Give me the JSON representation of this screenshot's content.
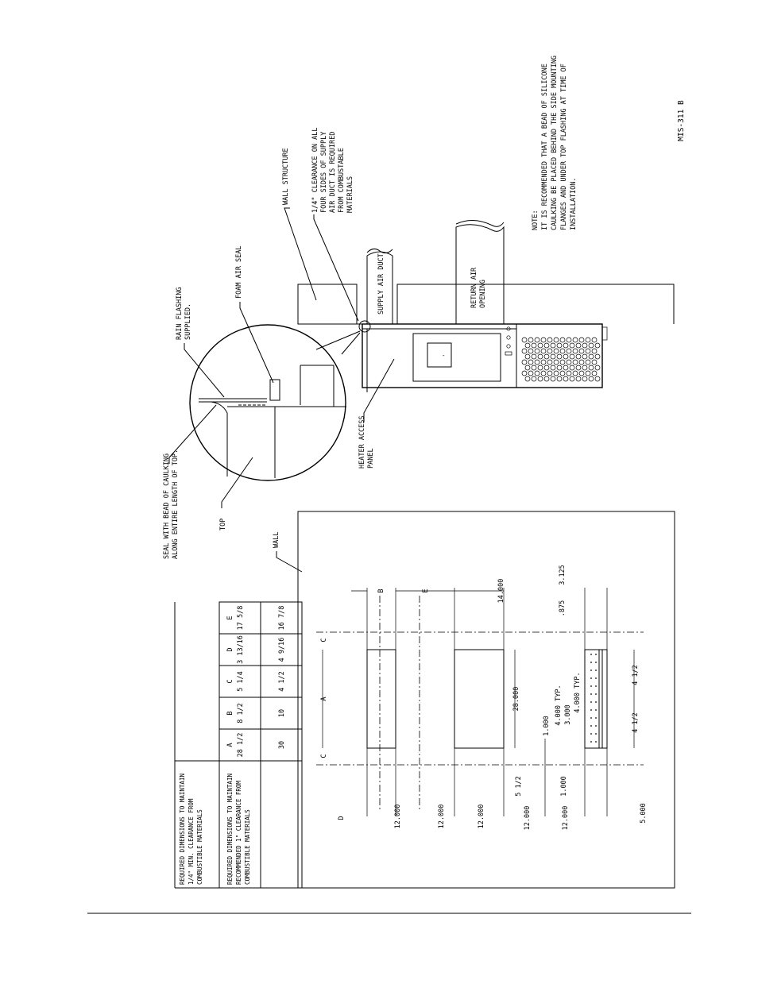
{
  "drawing": {
    "id": "MIS-311 B",
    "note_title": "NOTE:",
    "note_lines": [
      "IT IS RECOMMENDED THAT A BEAD OF SILICONE",
      "CAULKING BE PLACED BEHIND THE SIDE MOUNTING",
      "FLANGES AND UNDER TOP FLASHING AT TIME OF",
      "INSTALLATION."
    ]
  },
  "callouts": {
    "wall_structure": [
      "WALL STRUCTURE"
    ],
    "clearance": [
      "1/4\" CLEARANCE ON ALL",
      "FOUR SIDES OF SUPPLY",
      "AIR DUCT IS REQUIRED",
      "FROM COMBUSTABLE",
      "MATERIALS"
    ],
    "supply_air_duct": [
      "SUPPLY AIR DUCT"
    ],
    "return_air_opening": [
      "RETURN AIR",
      "OPENING"
    ],
    "heater_access_panel": [
      "HEATER ACCESS",
      "PANEL"
    ],
    "rain_flashing": [
      "RAIN FLASHING",
      "SUPPLIED."
    ],
    "foam_air_seal": [
      "FOAM AIR SEAL"
    ],
    "seal_caulking": [
      "SEAL WITH BEAD OF CAULKING",
      "ALONG ENTIRE LENGTH OF TOP."
    ],
    "top": [
      "TOP"
    ],
    "wall": [
      "WALL"
    ]
  },
  "table": {
    "headers": [
      "",
      "A",
      "B",
      "C",
      "D",
      "E"
    ],
    "rows": [
      {
        "label": [
          "REQUIRED DIMENSIONS TO MAINTAIN",
          "1/4\" MIN. CLEARANCE FROM",
          "COMBUSTIBLE MATERIALS"
        ],
        "values": [
          "28 1/2",
          "8 1/2",
          "5 1/4",
          "3 13/16",
          "17 5/8"
        ]
      },
      {
        "label": [
          "REQUIRED DIMENSIONS TO MAINTAIN",
          "RECOMMENDED 1\" CLEARANCE FROM",
          "COMBUSTIBLE MATERIALS"
        ],
        "values": [
          "30",
          "10",
          "4 1/2",
          "4 9/16",
          "16 7/8"
        ]
      }
    ]
  },
  "dims": {
    "letters": {
      "A": "A",
      "B": "B",
      "C": "C",
      "D": "D",
      "E": "E"
    },
    "d_14000": "14.000",
    "d_28000": "28.000",
    "d_12000": "12.000",
    "d_5half": "5 1/2",
    "d_1000": "1.000",
    "d_3000": "3.000",
    "d_4000typ": "4.000 TYP.",
    "d_875": ".875",
    "d_3125": "3.125",
    "d_4half": "4 1/2",
    "d_5000": "5.000"
  }
}
